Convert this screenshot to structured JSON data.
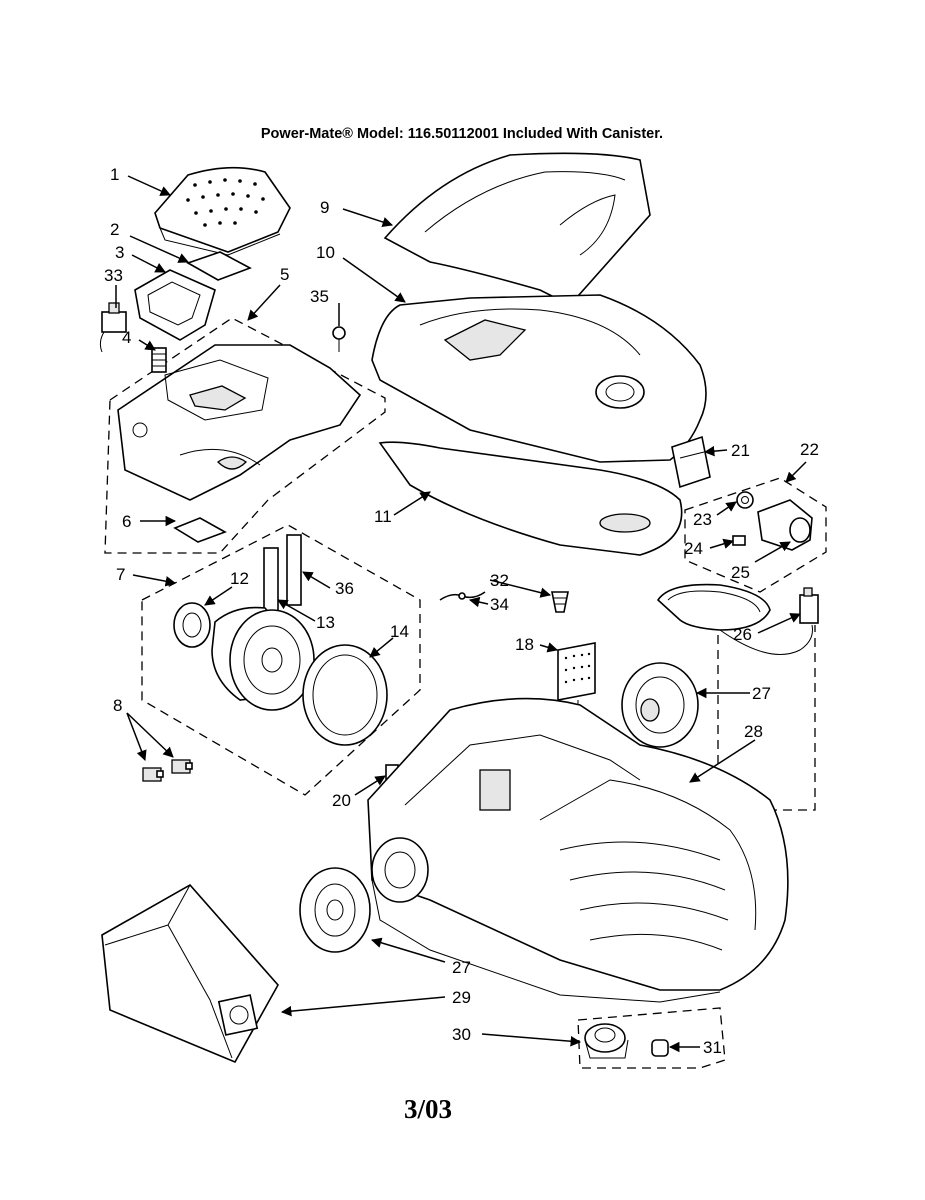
{
  "title": "Power-Mate® Model: 116.50112001 Included With Canister.",
  "footer": "3/03",
  "callouts": [
    {
      "id": "c1",
      "label": "1"
    },
    {
      "id": "c2",
      "label": "2"
    },
    {
      "id": "c3",
      "label": "3"
    },
    {
      "id": "c33",
      "label": "33"
    },
    {
      "id": "c4",
      "label": "4"
    },
    {
      "id": "c5",
      "label": "5"
    },
    {
      "id": "c35",
      "label": "35"
    },
    {
      "id": "c9",
      "label": "9"
    },
    {
      "id": "c10",
      "label": "10"
    },
    {
      "id": "c6",
      "label": "6"
    },
    {
      "id": "c11",
      "label": "11"
    },
    {
      "id": "c21",
      "label": "21"
    },
    {
      "id": "c22",
      "label": "22"
    },
    {
      "id": "c23",
      "label": "23"
    },
    {
      "id": "c24",
      "label": "24"
    },
    {
      "id": "c25",
      "label": "25"
    },
    {
      "id": "c7",
      "label": "7"
    },
    {
      "id": "c12",
      "label": "12"
    },
    {
      "id": "c36",
      "label": "36"
    },
    {
      "id": "c13",
      "label": "13"
    },
    {
      "id": "c14",
      "label": "14"
    },
    {
      "id": "c32",
      "label": "32"
    },
    {
      "id": "c34",
      "label": "34"
    },
    {
      "id": "c18",
      "label": "18"
    },
    {
      "id": "c26",
      "label": "26"
    },
    {
      "id": "c27a",
      "label": "27"
    },
    {
      "id": "c28",
      "label": "28"
    },
    {
      "id": "c8",
      "label": "8"
    },
    {
      "id": "c20",
      "label": "20"
    },
    {
      "id": "c27b",
      "label": "27"
    },
    {
      "id": "c29",
      "label": "29"
    },
    {
      "id": "c30",
      "label": "30"
    },
    {
      "id": "c31",
      "label": "31"
    }
  ]
}
